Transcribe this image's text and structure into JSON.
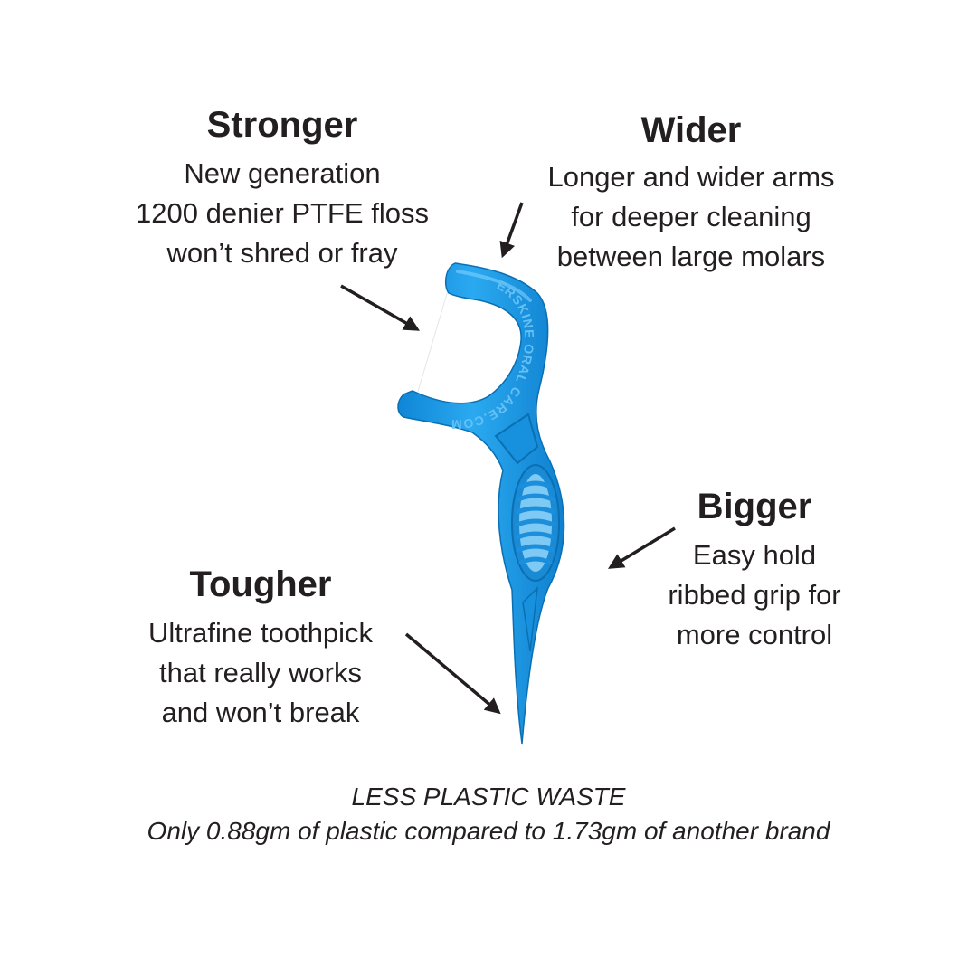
{
  "callouts": {
    "stronger": {
      "title": "Stronger",
      "lines": [
        "New generation",
        "1200 denier PTFE floss",
        "won’t shred or fray"
      ]
    },
    "wider": {
      "title": "Wider",
      "lines": [
        "Longer and wider arms",
        "for deeper cleaning",
        "between large molars"
      ]
    },
    "bigger": {
      "title": "Bigger",
      "lines": [
        "Easy hold",
        "ribbed grip for",
        "more control"
      ]
    },
    "tougher": {
      "title": "Tougher",
      "lines": [
        "Ultrafine toothpick",
        "that really works",
        "and won’t break"
      ]
    }
  },
  "product": {
    "embossed_text": "ERSKINE ORAL CARE.COM",
    "color": "#1f9ee8",
    "floss_color": "#ffffff"
  },
  "footer": {
    "line1": "LESS PLASTIC WASTE",
    "line2": "Only 0.88gm of plastic compared to 1.73gm of another brand"
  },
  "colors": {
    "text": "#231f20",
    "arrow": "#231f20"
  }
}
